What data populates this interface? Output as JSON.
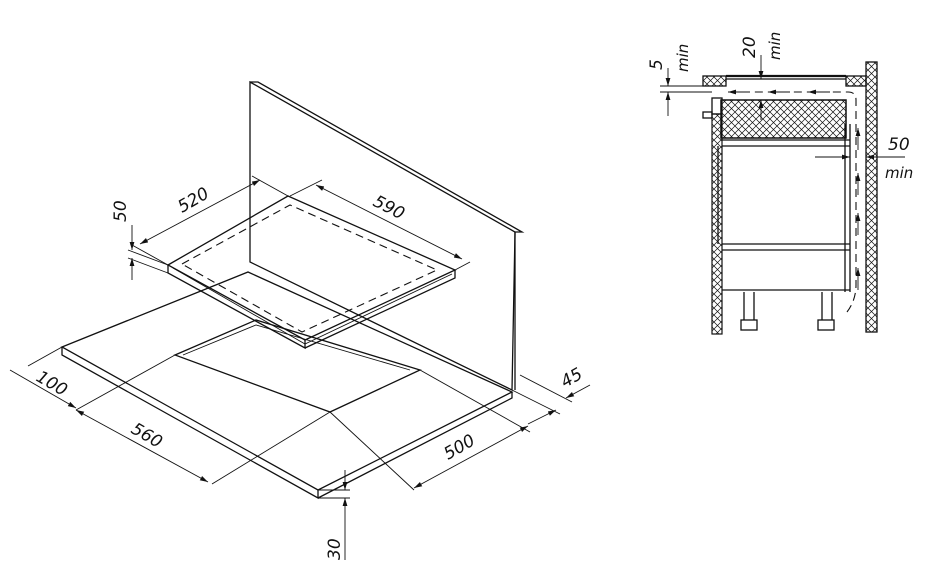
{
  "left_diagram": {
    "dims": {
      "hob_depth": "520",
      "hob_width": "590",
      "hob_height": "50",
      "front_offset": "100",
      "cutout_width": "560",
      "cutout_depth": "500",
      "rear_offset": "45",
      "worktop_thickness": "30"
    }
  },
  "right_diagram": {
    "dims": {
      "top_gap": "5",
      "top_gap_unit": "min",
      "vent_gap": "20",
      "vent_gap_unit": "min",
      "wall_gap": "50",
      "wall_gap_unit": "min"
    }
  }
}
